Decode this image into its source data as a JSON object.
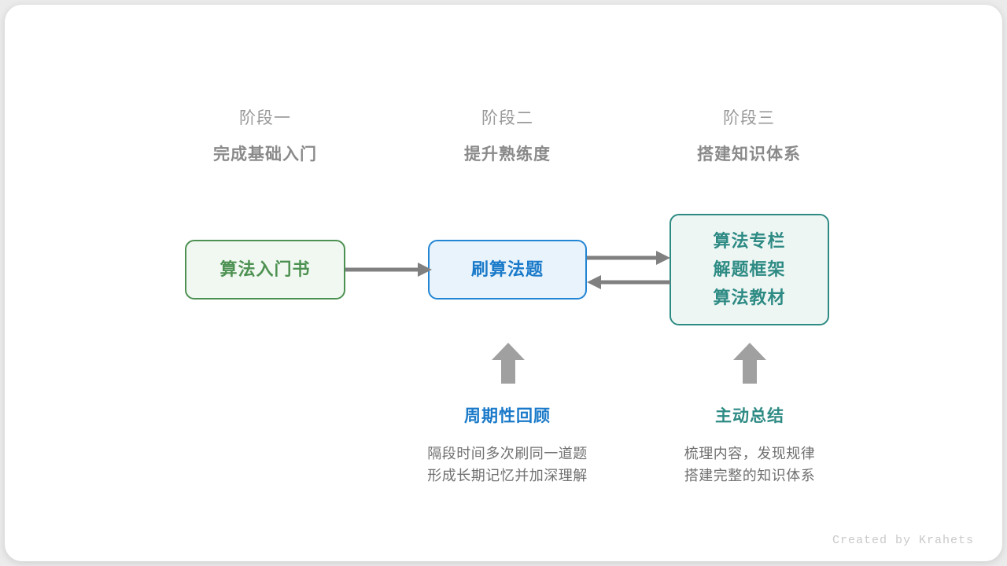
{
  "credit": "Created by Krahets",
  "colors": {
    "green": "#4d9152",
    "blue": "#1a7ac9",
    "teal": "#2e8b84",
    "gray_arrow": "#808080",
    "gray_up_arrow": "#a0a0a0",
    "heading_gray": "#8a8a8a",
    "sub_gray": "#9a9a9a",
    "body_gray": "#707070",
    "card_bg": "#ffffff",
    "page_bg": "#ebebeb"
  },
  "stages": [
    {
      "label": "阶段一",
      "title": "完成基础入门"
    },
    {
      "label": "阶段二",
      "title": "提升熟练度"
    },
    {
      "label": "阶段三",
      "title": "搭建知识体系"
    }
  ],
  "nodes": {
    "book": {
      "lines": [
        "算法入门书"
      ]
    },
    "practice": {
      "lines": [
        "刷算法题"
      ]
    },
    "resources": {
      "lines": [
        "算法专栏",
        "解题框架",
        "算法教材"
      ]
    }
  },
  "captions": [
    {
      "title": "周期性回顾",
      "lines": [
        "隔段时间多次刷同一道题",
        "形成长期记忆并加深理解"
      ]
    },
    {
      "title": "主动总结",
      "lines": [
        "梳理内容，发现规律",
        "搭建完整的知识体系"
      ]
    }
  ]
}
